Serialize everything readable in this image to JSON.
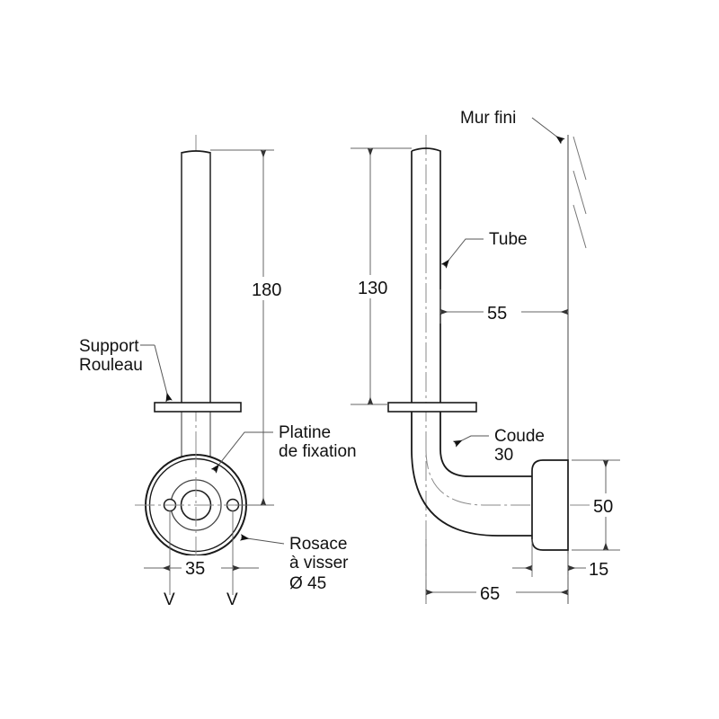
{
  "drawing": {
    "title": "Support de rouleau mural - plan coté",
    "units": "mm",
    "line_color": "#1a1a1a",
    "dim_color": "#555555",
    "centerline_color": "#888888",
    "text_color": "#111111"
  },
  "labels": {
    "support_rouleau_line1": "Support",
    "support_rouleau_line2": "Rouleau",
    "platine_line1": "Platine",
    "platine_line2": "de fixation",
    "rosace_line1": "Rosace",
    "rosace_line2": "à visser",
    "rosace_line3": "Ø 45",
    "mur_fini": "Mur fini",
    "tube": "Tube",
    "coude_line1": "Coude",
    "coude_line2": "30"
  },
  "dimensions": {
    "height_180": "180",
    "height_130": "130",
    "offset_55": "55",
    "width_35": "35",
    "depth_65": "65",
    "plate_15": "15",
    "rosace_50": "50"
  },
  "markers": {
    "v_left": "V",
    "v_right": "V"
  }
}
